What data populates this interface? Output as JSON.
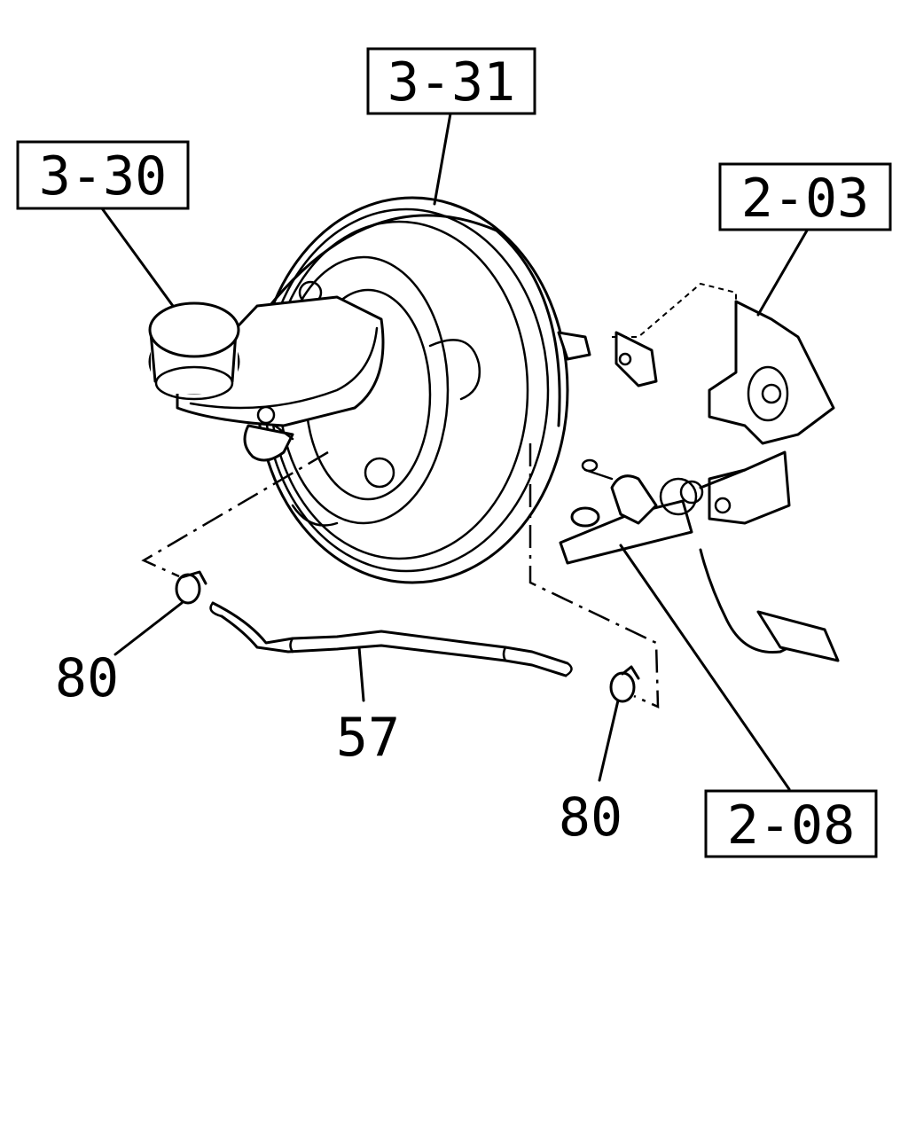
{
  "callouts": {
    "master_cylinder_ref": "3-30",
    "brake_booster_ref": "3-31",
    "pedal_bracket_ref": "2-03",
    "clutch_master_cylinder_ref": "2-08",
    "hose_ref": "57",
    "clamp_left_ref": "80",
    "clamp_right_ref": "80"
  }
}
